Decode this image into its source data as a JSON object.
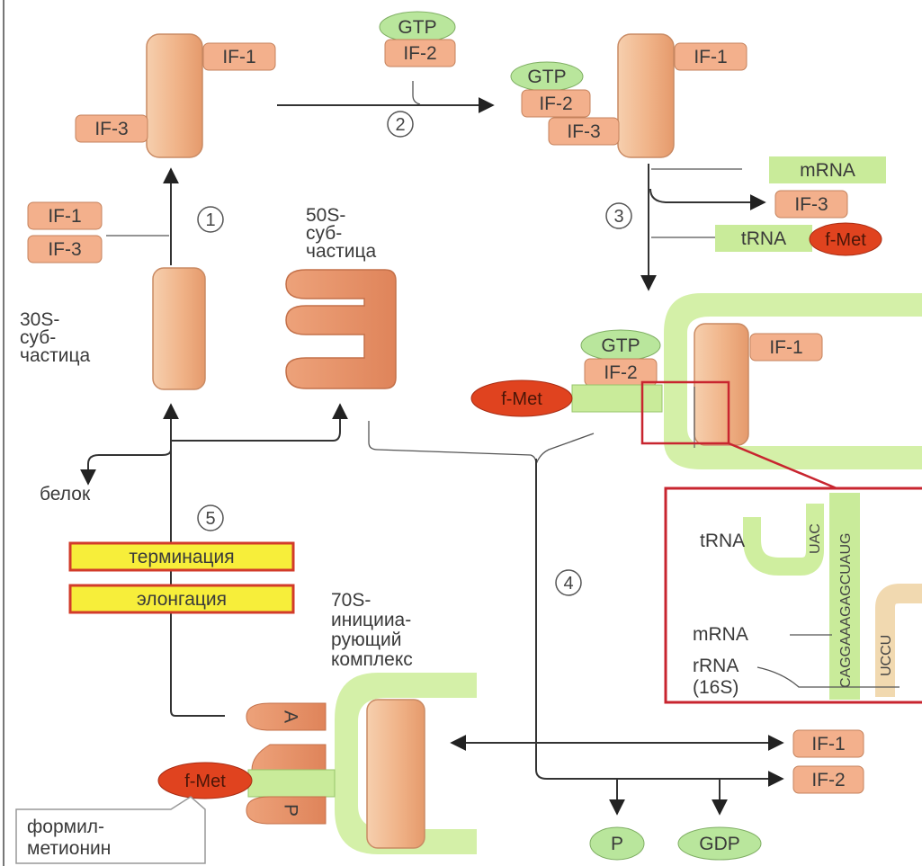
{
  "factors": {
    "if1": "IF-1",
    "if2": "IF-2",
    "if3": "IF-3",
    "gtp": "GTP",
    "fmet": "f-Met",
    "gdp": "GDP",
    "p": "P"
  },
  "subunits": {
    "s30_l1": "30S-",
    "s30_l2": "суб-",
    "s30_l3": "частица",
    "s50_l1": "50S-",
    "s50_l2": "суб-",
    "s50_l3": "частица"
  },
  "molecules": {
    "mrna": "mRNA",
    "trna": "tRNA",
    "rrna_l1": "rRNA",
    "rrna_l2": "(16S)"
  },
  "steps": [
    "1",
    "2",
    "3",
    "4",
    "5"
  ],
  "labels": {
    "belok": "белок",
    "termination": "терминация",
    "elongation": "элонгация",
    "complex_l1": "70S-",
    "complex_l2": "иницииа-",
    "complex_l3": "рующий",
    "complex_l4": "комплекс",
    "formyl_l1": "формил-",
    "formyl_l2": "метионин",
    "site_a": "A",
    "site_p": "P"
  },
  "inset": {
    "anticodon": "UAC",
    "mrna_seq": "CAGGAAAGAGCUAUG",
    "rrna_seq": "UCCU"
  },
  "colors": {
    "ribosome": "#f2b98e",
    "factor": "#f3b08c",
    "gtp": "#b9e69c",
    "green": "#c9eb9a",
    "fmet": "#e0431f",
    "stage_fill": "#f7ee3a",
    "stage_border": "#d23b2a",
    "inset_border": "#c8252f"
  }
}
